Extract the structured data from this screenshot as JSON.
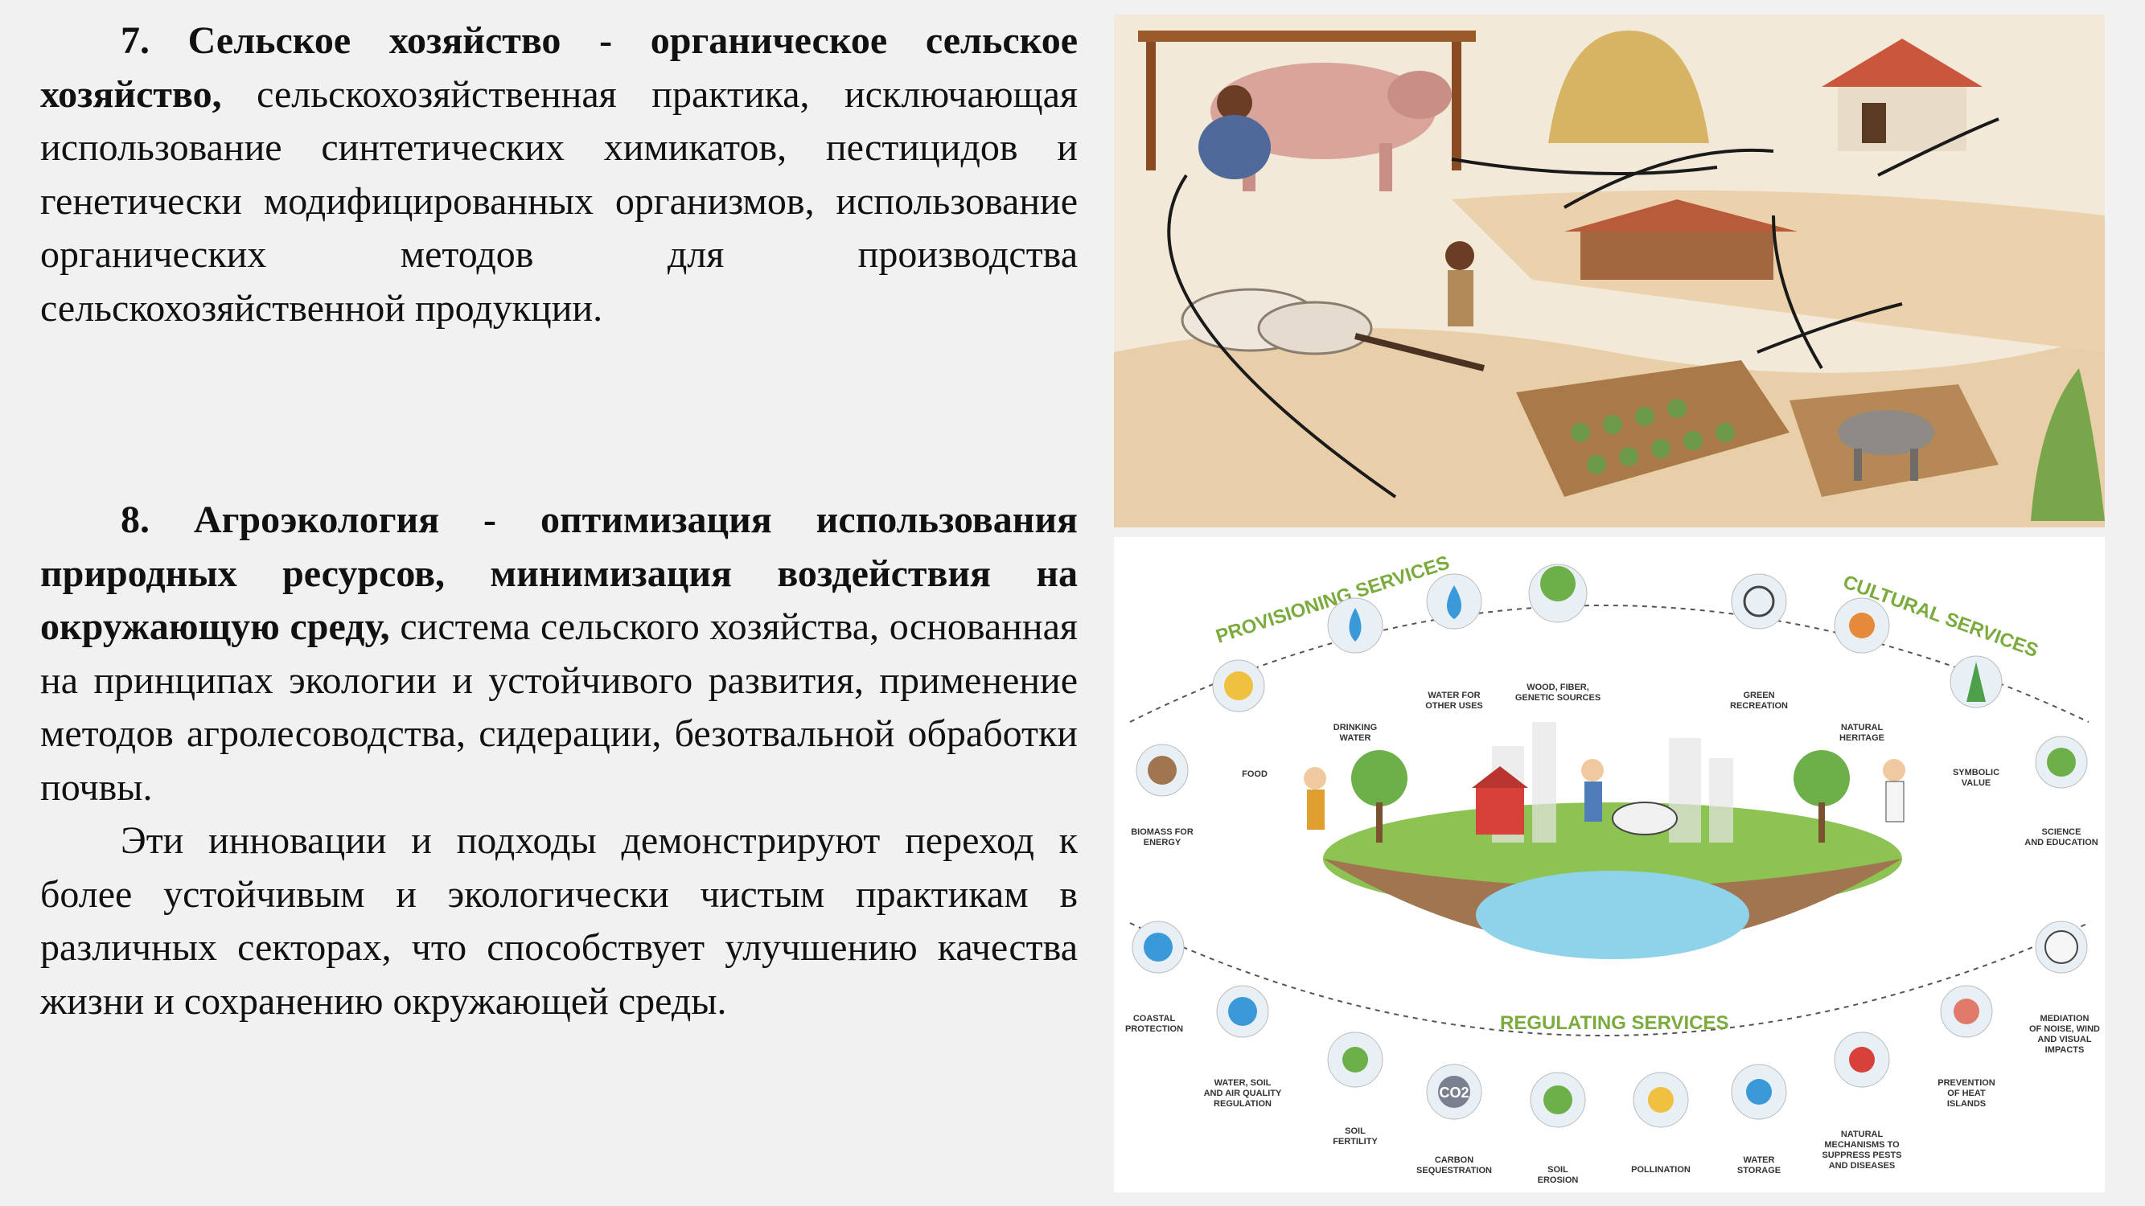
{
  "section7": {
    "heading": "7. Сельское хозяйство - органическое сельское хозяйство,",
    "body": " сельскохозяйственная практика, исключающая использование синтетических химикатов, пестицидов и генетически модифицированных организмов, использование органических методов для производства сельскохозяйственной продукции."
  },
  "section8": {
    "heading": "8. Агроэкология - оптимизация использования природных ресурсов, минимизация воздействия на окружающую среду,",
    "body": " система сельского хозяйства, основанная на принципах экологии и устойчивого развития, применение методов агролесоводства, сидерации, безотвальной обработки почвы."
  },
  "conclusion": "Эти инновации и подходы демонстрируют переход к более устойчивым и экологически чистым практикам в различных секторах, что способствует улучшению качества жизни и сохранению окружающей среды.",
  "ecosystem": {
    "provisioning": "PROVISIONING SERVICES",
    "cultural": "CULTURAL SERVICES",
    "regulating": "REGULATING SERVICES",
    "items": {
      "food": "FOOD",
      "drinking_water_1": "DRINKING",
      "drinking_water_2": "WATER",
      "water_other_1": "WATER FOR",
      "water_other_2": "OTHER USES",
      "wood_1": "WOOD, FIBER,",
      "wood_2": "GENETIC SOURCES",
      "biomass_1": "BIOMASS FOR",
      "biomass_2": "ENERGY",
      "green_1": "GREEN",
      "green_2": "RECREATION",
      "heritage_1": "NATURAL",
      "heritage_2": "HERITAGE",
      "symbolic_1": "SYMBOLIC",
      "symbolic_2": "VALUE",
      "science_1": "SCIENCE",
      "science_2": "AND EDUCATION",
      "coastal_1": "COASTAL",
      "coastal_2": "PROTECTION",
      "wsa_1": "WATER, SOIL",
      "wsa_2": "AND AIR QUALITY",
      "wsa_3": "REGULATION",
      "soil_fert_1": "SOIL",
      "soil_fert_2": "FERTILITY",
      "carbon_1": "CARBON",
      "carbon_2": "SEQUESTRATION",
      "co2": "CO2",
      "erosion_1": "SOIL",
      "erosion_2": "EROSION",
      "pollination": "POLLINATION",
      "storage_1": "WATER",
      "storage_2": "STORAGE",
      "pests_1": "NATURAL",
      "pests_2": "MECHANISMS TO",
      "pests_3": "SUPPRESS PESTS",
      "pests_4": "AND DISEASES",
      "heat_1": "PREVENTION",
      "heat_2": "OF HEAT",
      "heat_3": "ISLANDS",
      "noise_1": "MEDIATION",
      "noise_2": "OF NOISE, WIND",
      "noise_3": "AND VISUAL",
      "noise_4": "IMPACTS"
    }
  }
}
